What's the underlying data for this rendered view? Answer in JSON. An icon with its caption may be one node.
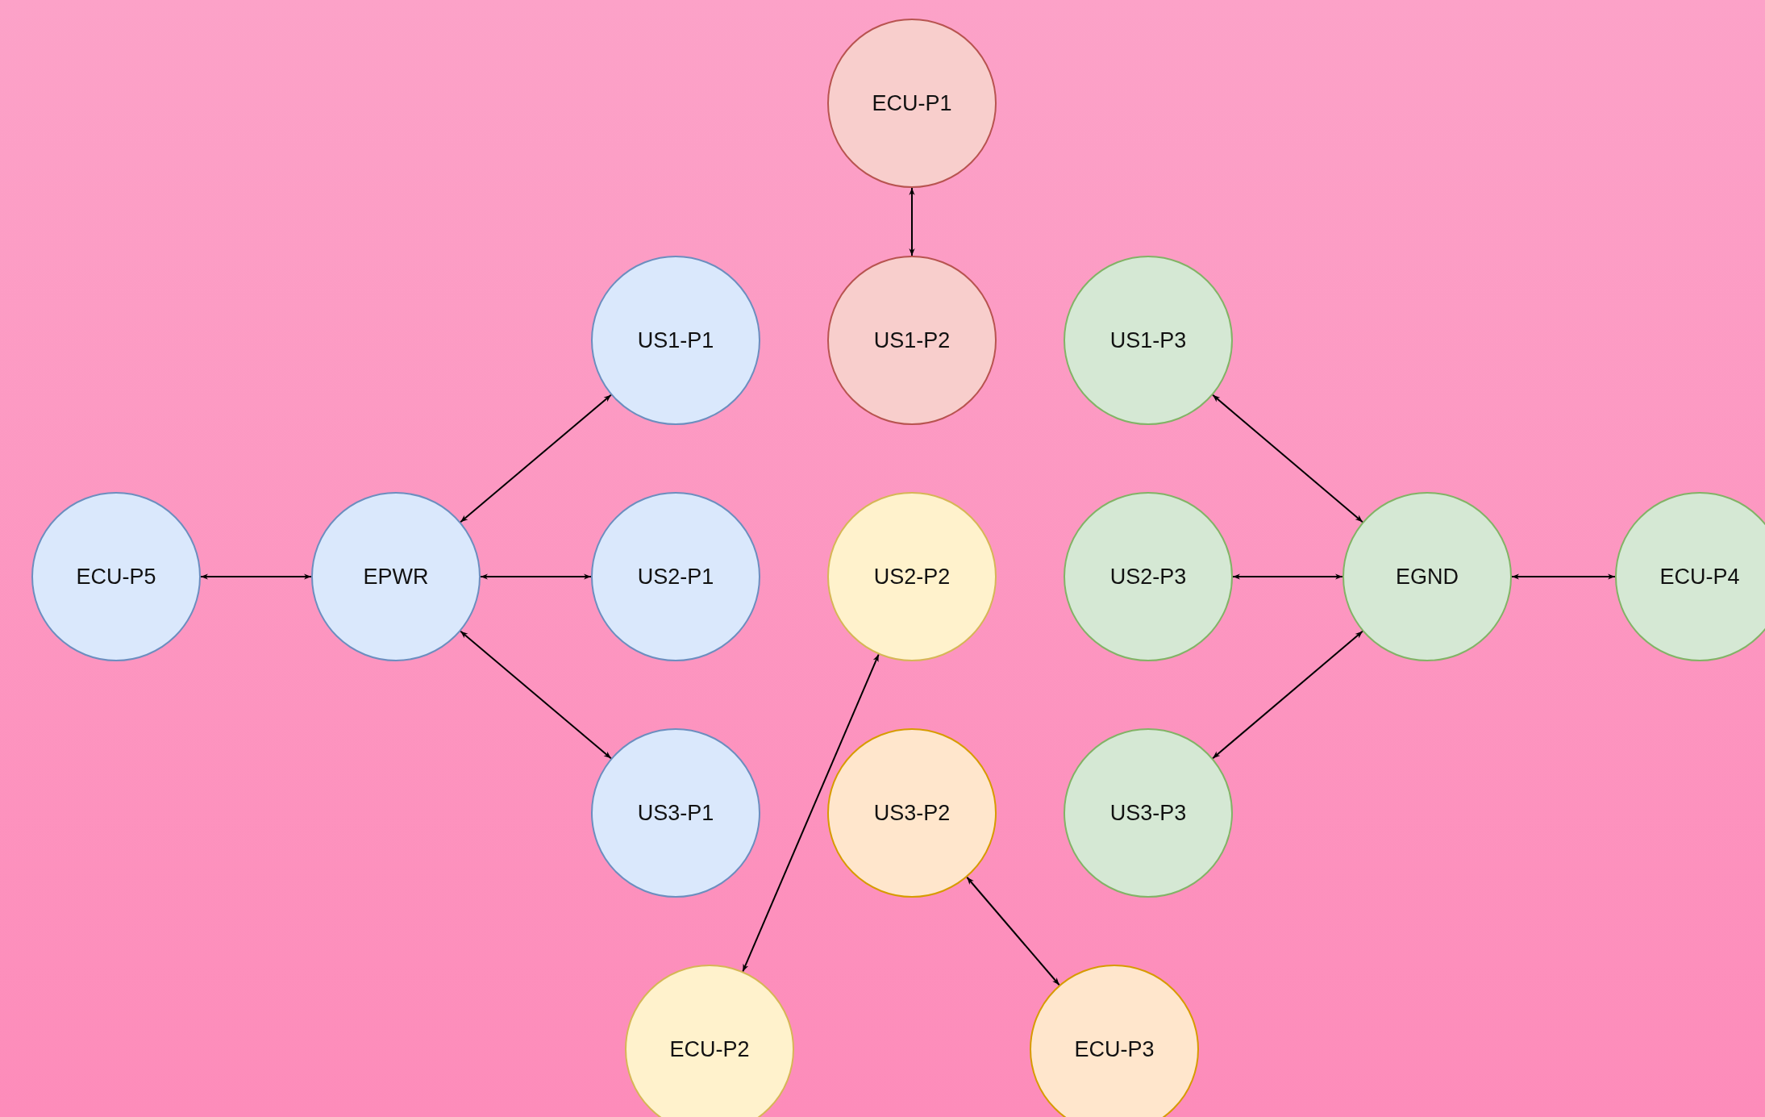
{
  "diagram": {
    "nodes": [
      {
        "text": [
          "ECU-P1"
        ]
      },
      {
        "text": [
          "US1-P1"
        ]
      },
      {
        "text": [
          "US1-P2"
        ]
      },
      {
        "text": [
          "US1-P3"
        ]
      },
      {
        "text": [
          "ECU-P5"
        ]
      },
      {
        "text": [
          "EPWR"
        ]
      },
      {
        "text": [
          "US2-P1"
        ]
      },
      {
        "text": [
          "US2-P2"
        ]
      },
      {
        "text": [
          "US2-P3"
        ]
      },
      {
        "text": [
          "EGND"
        ]
      },
      {
        "text": [
          "ECU-P4"
        ]
      },
      {
        "text": [
          "US3-P1"
        ]
      },
      {
        "text": [
          "US3-P2"
        ]
      },
      {
        "text": [
          "US3-P3"
        ]
      },
      {
        "text": [
          "ECU-P2"
        ]
      },
      {
        "text": [
          "ECU-P3"
        ]
      }
    ],
    "edges": [
      {
        "from": 0,
        "to": 2,
        "arrow": "both"
      },
      {
        "from": 5,
        "to": 1,
        "arrow": "both"
      },
      {
        "from": 4,
        "to": 5,
        "arrow": "both"
      },
      {
        "from": 5,
        "to": 6,
        "arrow": "both"
      },
      {
        "from": 5,
        "to": 11,
        "arrow": "both"
      },
      {
        "from": 7,
        "to": 14,
        "arrow": "both"
      },
      {
        "from": 12,
        "to": 15,
        "arrow": "both"
      },
      {
        "from": 3,
        "to": 9,
        "arrow": "both"
      },
      {
        "from": 8,
        "to": 9,
        "arrow": "both"
      },
      {
        "from": 9,
        "to": 10,
        "arrow": "both"
      },
      {
        "from": 9,
        "to": 13,
        "arrow": "both"
      }
    ]
  }
}
